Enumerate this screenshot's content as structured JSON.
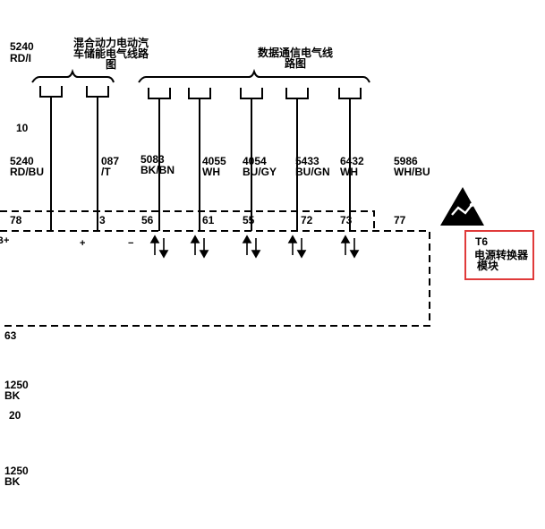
{
  "headers": {
    "hybrid_line1": "混合动力电动汽",
    "hybrid_line2": "车储能电气线路",
    "hybrid_line3": "图",
    "data_line1": "数据通信电气线",
    "data_line2": "路图"
  },
  "left_labels": {
    "top_circuit": "5240",
    "top_color": "RD/I",
    "row10": "10",
    "mid_circuit": "5240",
    "mid_color": "RD/BU",
    "pin78": "78",
    "pin_b_plus": "B+",
    "pin63": "63",
    "gnd1_circuit": "1250",
    "gnd1_color": "BK",
    "pin20": "20",
    "gnd2_circuit": "1250",
    "gnd2_color": "BK"
  },
  "wires": [
    {
      "circuit": "5240",
      "color": "RD/BU",
      "pin": "78",
      "sign": "+"
    },
    {
      "circuit": "087",
      "color": "/T",
      "pin": "3",
      "sign": "+"
    },
    {
      "circuit": "5083",
      "color": "BK/BN",
      "pin": "56",
      "sign": "−"
    },
    {
      "circuit": "4055",
      "color": "WH",
      "pin": "61",
      "sign": ""
    },
    {
      "circuit": "4054",
      "color": "BU/GY",
      "pin": "55",
      "sign": ""
    },
    {
      "circuit": "5433",
      "color": "BU/GN",
      "pin": "72",
      "sign": ""
    },
    {
      "circuit": "6432",
      "color": "WH",
      "pin": "73",
      "sign": ""
    },
    {
      "circuit": "5986",
      "color": "WH/BU",
      "pin": "77",
      "sign": ""
    }
  ],
  "module": {
    "ref": "T6",
    "name_line1": "电源转换器",
    "name_line2": "模块",
    "box_color": "#e03a3a"
  },
  "icons": {
    "esd_warning": "esd-warning-icon",
    "signal_arrows": "bidirectional-arrow-icon"
  }
}
